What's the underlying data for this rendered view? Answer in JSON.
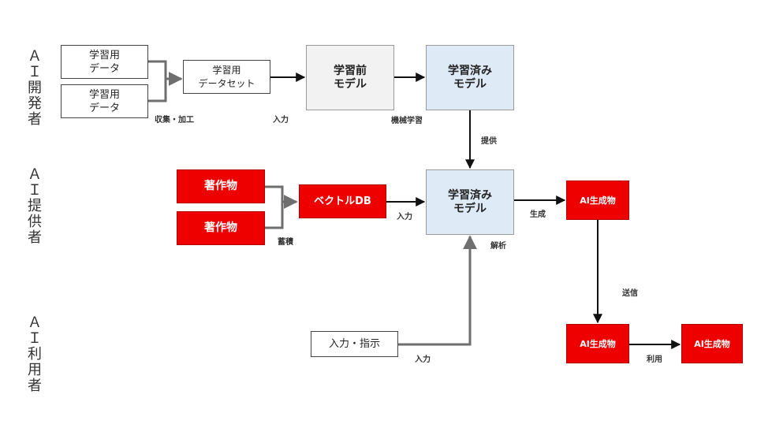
{
  "lanes": {
    "developer": [
      "Ａ",
      "Ｉ",
      "開",
      "発",
      "者"
    ],
    "provider": [
      "Ａ",
      "Ｉ",
      "提",
      "供",
      "者"
    ],
    "user": [
      "Ａ",
      "Ｉ",
      "利",
      "用",
      "者"
    ]
  },
  "nodes": {
    "training_data_1": "学習用\nデータ",
    "training_data_2": "学習用\nデータ",
    "training_dataset": "学習用\nデータセット",
    "pretrained_model": "学習前\nモデル",
    "trained_model_dev": "学習済み\nモデル",
    "work_1": "著作物",
    "work_2": "著作物",
    "vector_db": "ベクトルDB",
    "trained_model_prov": "学習済み\nモデル",
    "ai_output_1": "AI生成物",
    "input_instruction": "入力・指示",
    "ai_output_2": "AI生成物",
    "ai_output_3": "AI生成物"
  },
  "edges": {
    "collect_process": "収集・加工",
    "input_1": "入力",
    "machine_learning": "機械学習",
    "provide": "提供",
    "accumulate": "蓄積",
    "input_2": "入力",
    "generate": "生成",
    "analyze": "解析",
    "send": "送信",
    "input_3": "入力",
    "use": "利用"
  },
  "colors": {
    "red": "#ee0000",
    "blue_box": "#deebf7",
    "gray_box": "#f2f2f2",
    "connector_gray": "#6e6e6e",
    "arrow_black": "#111111"
  }
}
